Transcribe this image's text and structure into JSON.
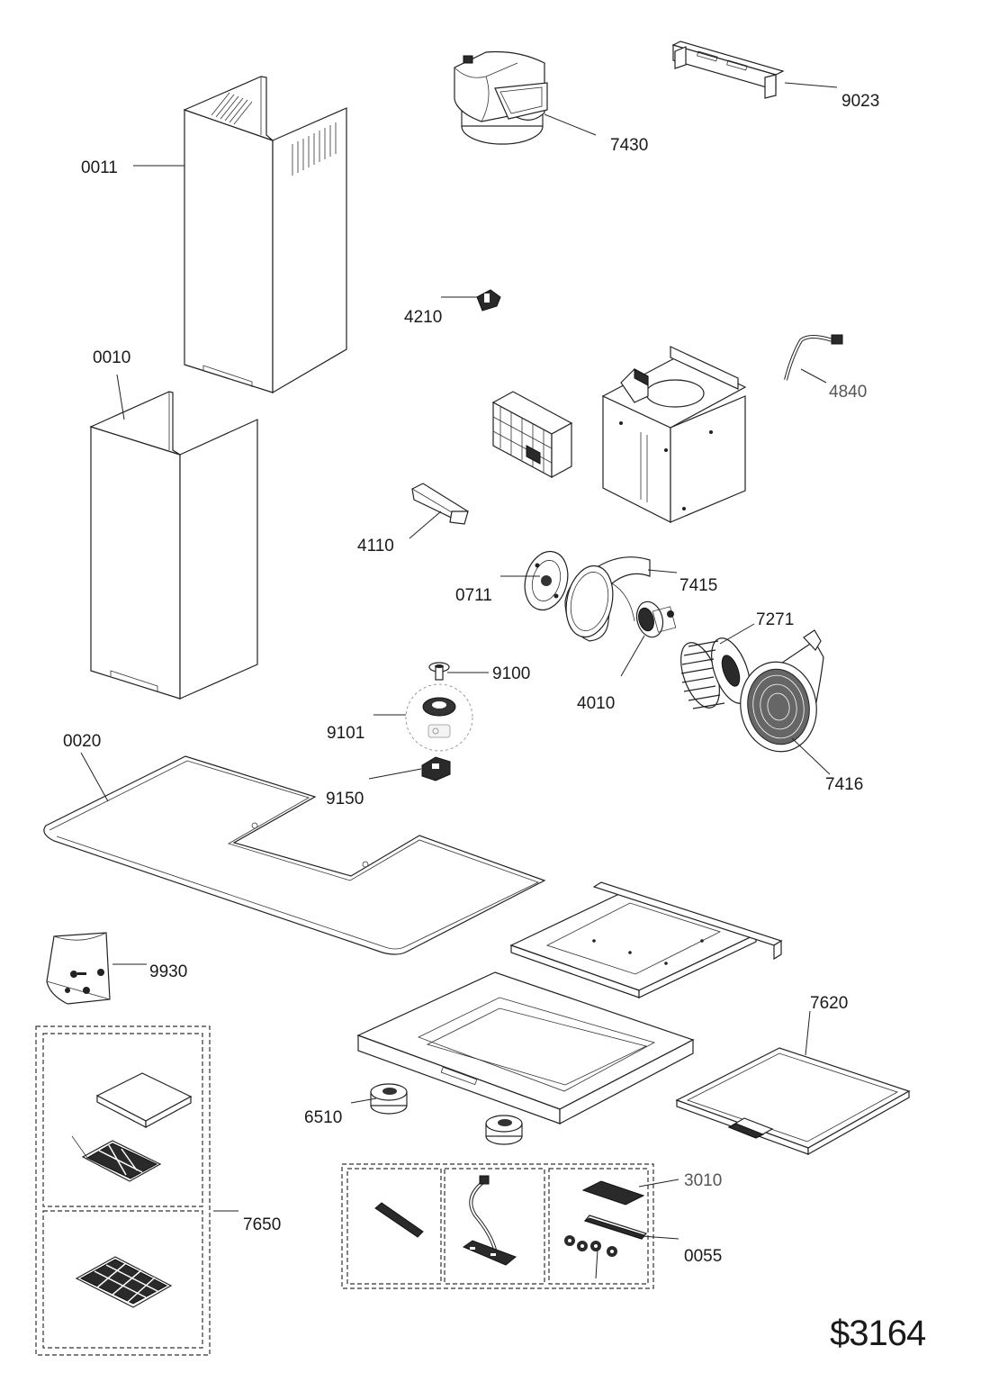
{
  "drawing_code": "$3164",
  "labels": {
    "p0011": "0011",
    "p0010": "0010",
    "p0020": "0020",
    "p7430": "7430",
    "p9023": "9023",
    "p4210": "4210",
    "p4840": "4840",
    "p4110": "4110",
    "p0711": "0711",
    "p7415": "7415",
    "p7271": "7271",
    "p9100": "9100",
    "p4010": "4010",
    "p9101": "9101",
    "p7416": "7416",
    "p9150": "9150",
    "p9930": "9930",
    "p7620": "7620",
    "p6510": "6510",
    "p3010": "3010",
    "p7650": "7650",
    "p0055": "0055"
  }
}
